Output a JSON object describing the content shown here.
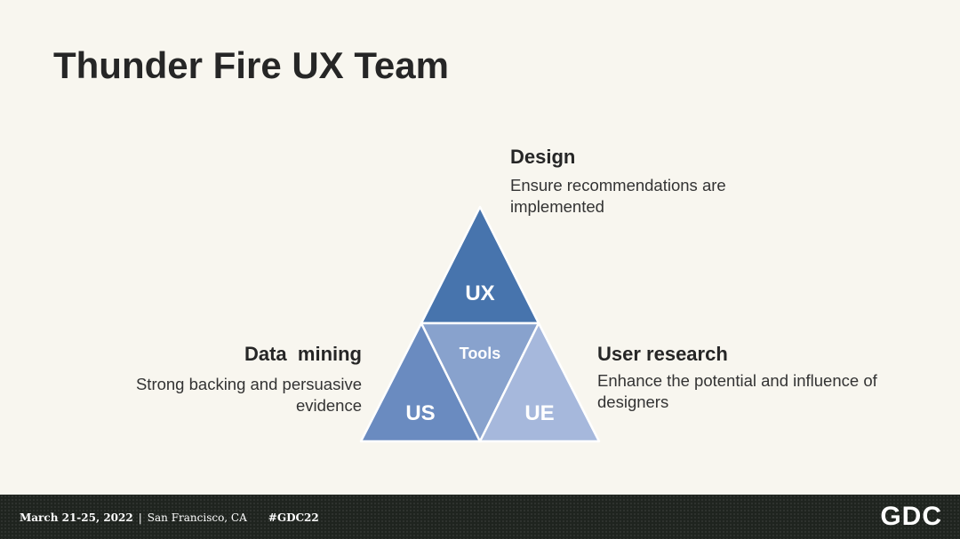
{
  "slide": {
    "title": "Thunder Fire UX Team"
  },
  "diagram": {
    "triangles": {
      "top": {
        "label": "UX",
        "color": "#4774ad"
      },
      "left": {
        "label": "US",
        "color": "#6a8bc0"
      },
      "center": {
        "label": "Tools",
        "color": "#88a2cd"
      },
      "right": {
        "label": "UE",
        "color": "#a6b8dc"
      }
    },
    "captions": {
      "design": {
        "heading": "Design",
        "description": "Ensure recommendations are implemented"
      },
      "data_mining": {
        "heading": "Data  mining",
        "description": "Strong backing and persuasive evidence"
      },
      "user_research": {
        "heading": "User research",
        "description": "Enhance the potential and influence of designers"
      }
    }
  },
  "footer": {
    "date": "March 21-25, 2022",
    "separator": "|",
    "location": "San Francisco, CA",
    "hashtag": "#GDC22",
    "logo_text": "GDC",
    "background": "#1f241f"
  }
}
